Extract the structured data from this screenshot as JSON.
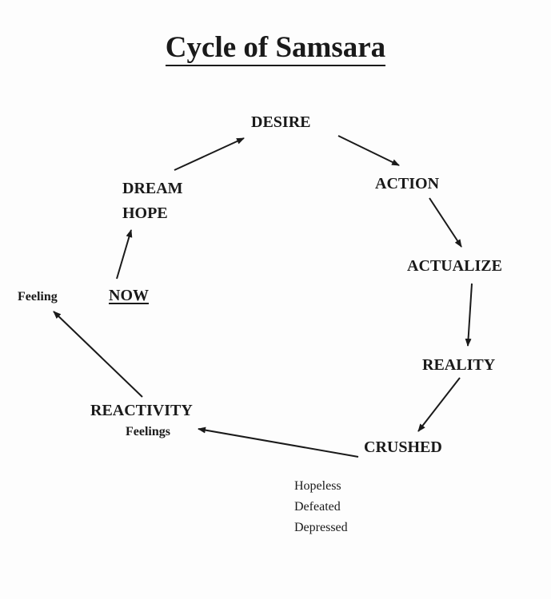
{
  "title": "Cycle of Samsara",
  "nodes": {
    "desire": "DESIRE",
    "action": "ACTION",
    "actualize": "ACTUALIZE",
    "reality": "REALITY",
    "crushed": "CRUSHED",
    "reactivity": "REACTIVITY",
    "reactivity_sub": "Feelings",
    "feeling": "Feeling",
    "now": "NOW",
    "dream": "DREAM",
    "hope": "HOPE"
  },
  "crushed_notes": [
    "Hopeless",
    "Defeated",
    "Depressed"
  ]
}
